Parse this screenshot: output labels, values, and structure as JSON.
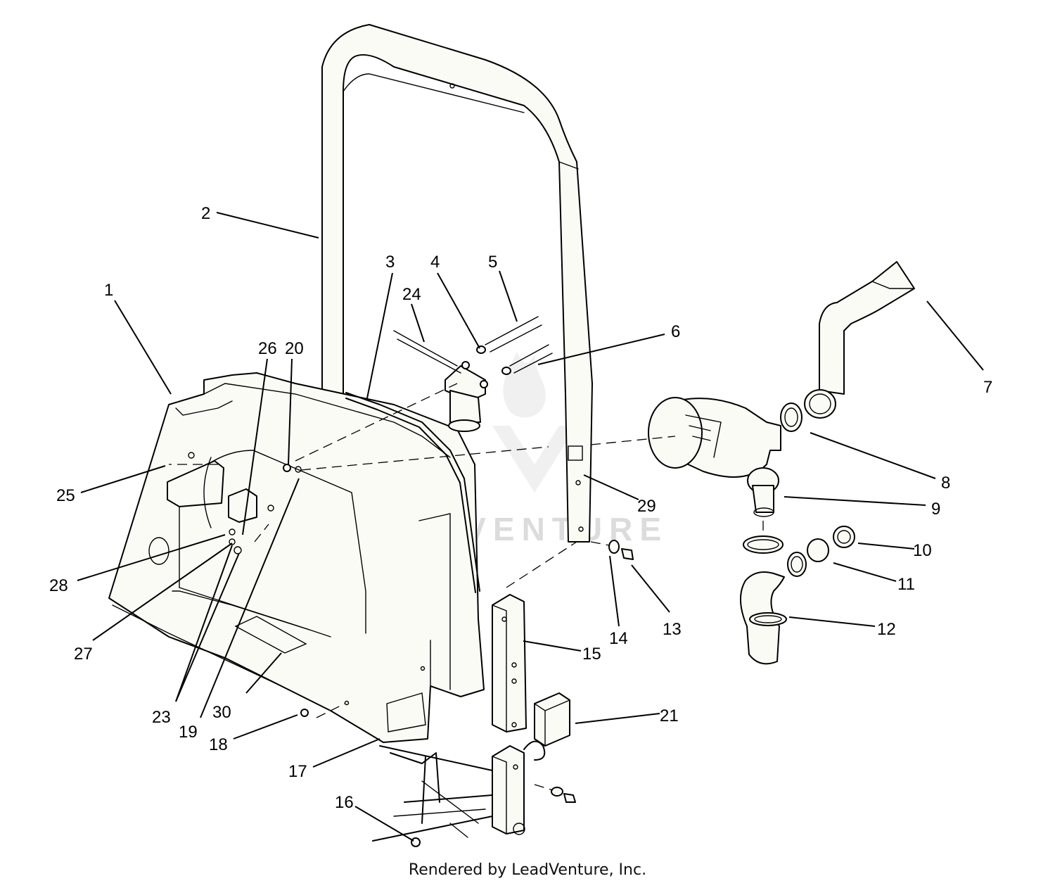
{
  "watermark": "LEADVENTURE",
  "credit": "Rendered by LeadVenture, Inc.",
  "callouts": {
    "c1": "1",
    "c2": "2",
    "c3": "3",
    "c4": "4",
    "c5": "5",
    "c6": "6",
    "c7": "7",
    "c8": "8",
    "c9": "9",
    "c10": "10",
    "c11": "11",
    "c12": "12",
    "c13": "13",
    "c14": "14",
    "c15": "15",
    "c16": "16",
    "c17": "17",
    "c18": "18",
    "c19": "19",
    "c20": "20",
    "c21": "21",
    "c23": "23",
    "c24": "24",
    "c25": "25",
    "c26": "26",
    "c27": "27",
    "c28": "28",
    "c29": "29",
    "c30": "30"
  }
}
